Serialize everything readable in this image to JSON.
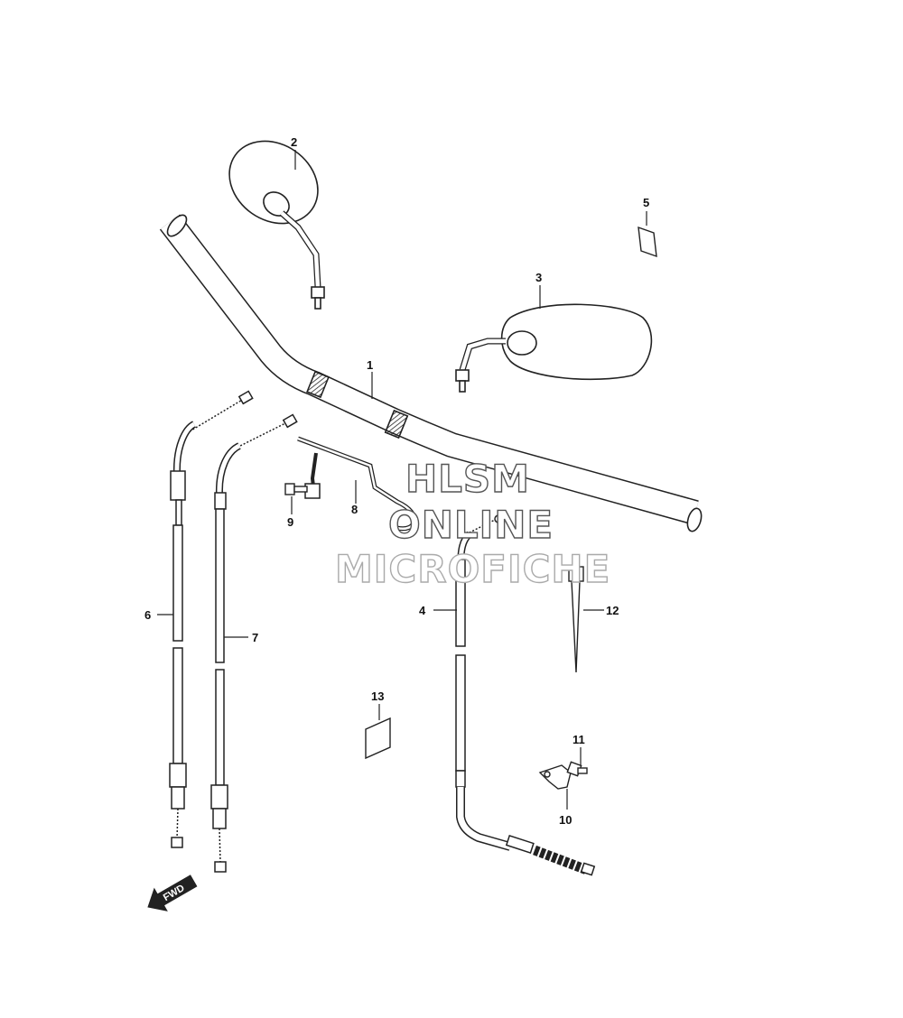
{
  "diagram": {
    "parts": [
      {
        "number": "1",
        "name": "handlebar"
      },
      {
        "number": "2",
        "name": "mirror-left"
      },
      {
        "number": "3",
        "name": "mirror-right"
      },
      {
        "number": "4",
        "name": "clutch-cable"
      },
      {
        "number": "5",
        "name": "label-sticker"
      },
      {
        "number": "6",
        "name": "throttle-cable-1"
      },
      {
        "number": "7",
        "name": "throttle-cable-2"
      },
      {
        "number": "8",
        "name": "cable-guide"
      },
      {
        "number": "9",
        "name": "bolt"
      },
      {
        "number": "10",
        "name": "clamp"
      },
      {
        "number": "11",
        "name": "clamp-bolt"
      },
      {
        "number": "12",
        "name": "cable-tie"
      },
      {
        "number": "13",
        "name": "label-sticker-2"
      }
    ],
    "fwd_label": "FWD"
  },
  "watermark": {
    "line1": "HLSM",
    "line2": "ONLINE",
    "line3": "MICROFICHE"
  }
}
